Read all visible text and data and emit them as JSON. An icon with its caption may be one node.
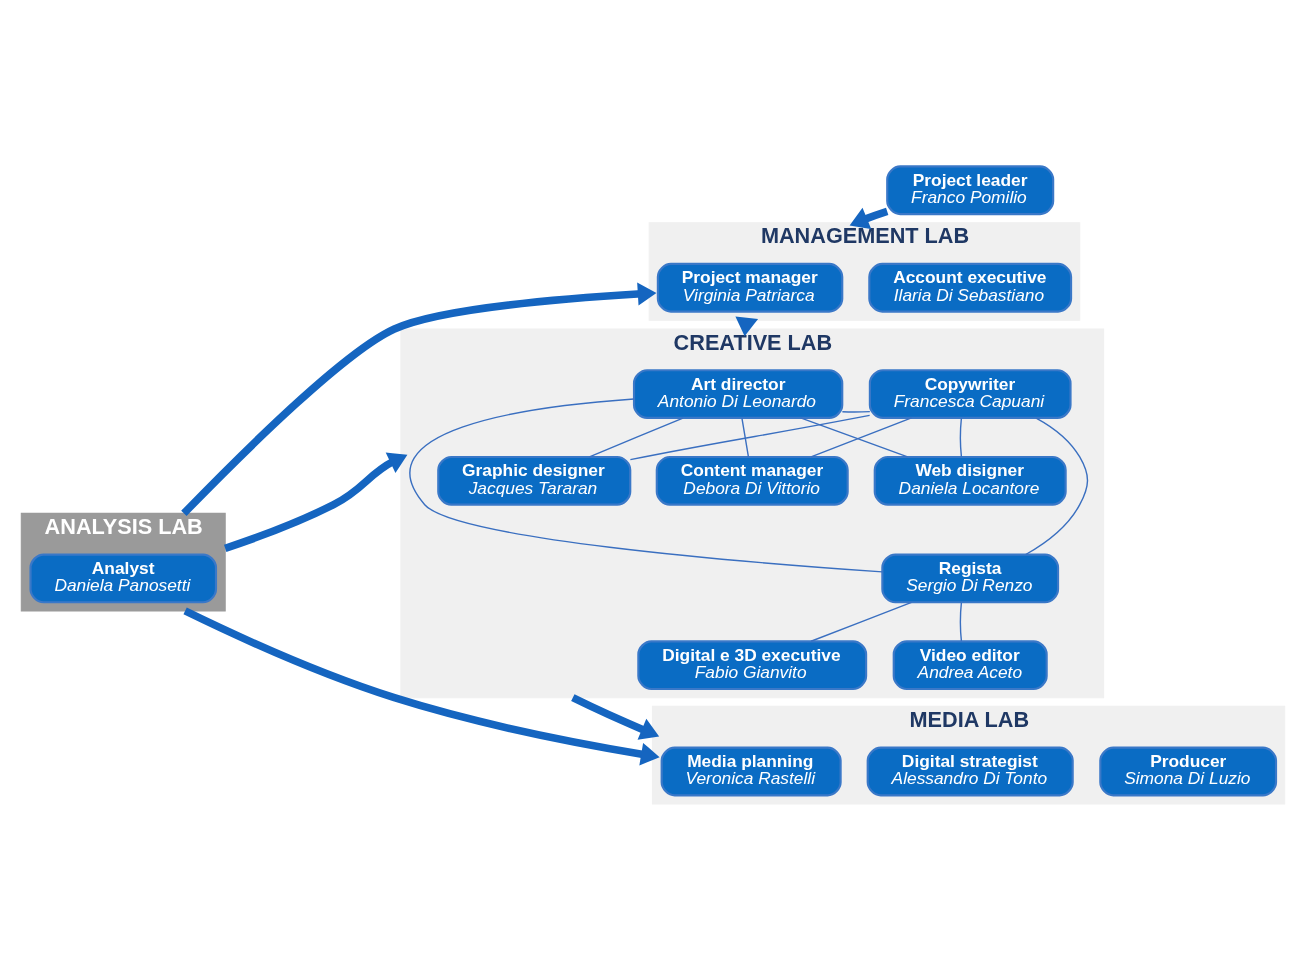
{
  "diagram": {
    "nodes": [
      {
        "text": [
          "Project leader",
          "Franco Pomilio"
        ]
      },
      {
        "text": [
          "ANALYSIS LAB"
        ]
      },
      {
        "text": [
          "Analyst",
          "Daniela Panosetti"
        ],
        "in": 1
      },
      {
        "text": [
          "MANAGEMENT LAB"
        ]
      },
      {
        "text": [
          "Project manager",
          "Virginia Patriarca"
        ],
        "in": 3
      },
      {
        "text": [
          "Account executive",
          "Ilaria Di Sebastiano"
        ],
        "in": 3
      },
      {
        "text": [
          "CREATIVE LAB"
        ]
      },
      {
        "text": [
          "Art director",
          "Antonio Di Leonardo"
        ],
        "in": 6
      },
      {
        "text": [
          "Copywriter",
          "Francesca Capuani"
        ],
        "in": 6
      },
      {
        "text": [
          "Graphic designer",
          "Jacques Tararan"
        ],
        "in": 6
      },
      {
        "text": [
          "Web disigner",
          "Daniela Locantore"
        ],
        "in": 6
      },
      {
        "text": [
          "Content manager",
          "Debora Di Vittorio"
        ],
        "in": 6
      },
      {
        "text": [
          "Regista",
          "Sergio Di Renzo"
        ],
        "in": 6
      },
      {
        "text": [
          "Digital e 3D executive",
          "Fabio Gianvito"
        ],
        "in": 6
      },
      {
        "text": [
          "Video editor",
          "Andrea Aceto"
        ],
        "in": 6
      },
      {
        "text": [
          "MEDIA LAB"
        ]
      },
      {
        "text": [
          "Media planning",
          "Veronica Rastelli"
        ],
        "in": 15
      },
      {
        "text": [
          "Digital strategist",
          "Alessandro Di Tonto"
        ],
        "in": 15
      },
      {
        "text": [
          "Producer",
          "Simona Di Luzio"
        ],
        "in": 15
      }
    ],
    "edges": [
      {
        "from": 0,
        "to": 3,
        "arrow": "to",
        "style": "thick"
      },
      {
        "from": 3,
        "to": 6,
        "arrow": "to",
        "style": "thick"
      },
      {
        "from": 6,
        "to": 15,
        "arrow": "to",
        "style": "thick"
      },
      {
        "from": 1,
        "to": 3,
        "arrow": "to",
        "style": "thick"
      },
      {
        "from": 1,
        "to": 6,
        "arrow": "to",
        "style": "thick"
      },
      {
        "from": 1,
        "to": 15,
        "arrow": "to",
        "style": "thick"
      },
      {
        "from": 7,
        "to": 8,
        "arrow": "none"
      },
      {
        "from": 7,
        "to": 9,
        "arrow": "none"
      },
      {
        "from": 7,
        "to": 10,
        "arrow": "none"
      },
      {
        "from": 7,
        "to": 11,
        "arrow": "none"
      },
      {
        "from": 8,
        "to": 9,
        "arrow": "none"
      },
      {
        "from": 8,
        "to": 10,
        "arrow": "none"
      },
      {
        "from": 8,
        "to": 11,
        "arrow": "none"
      },
      {
        "from": 7,
        "to": 12,
        "arrow": "none"
      },
      {
        "from": 8,
        "to": 12,
        "arrow": "none"
      },
      {
        "from": 12,
        "to": 13,
        "arrow": "none"
      },
      {
        "from": 12,
        "to": 14,
        "arrow": "none"
      }
    ]
  }
}
